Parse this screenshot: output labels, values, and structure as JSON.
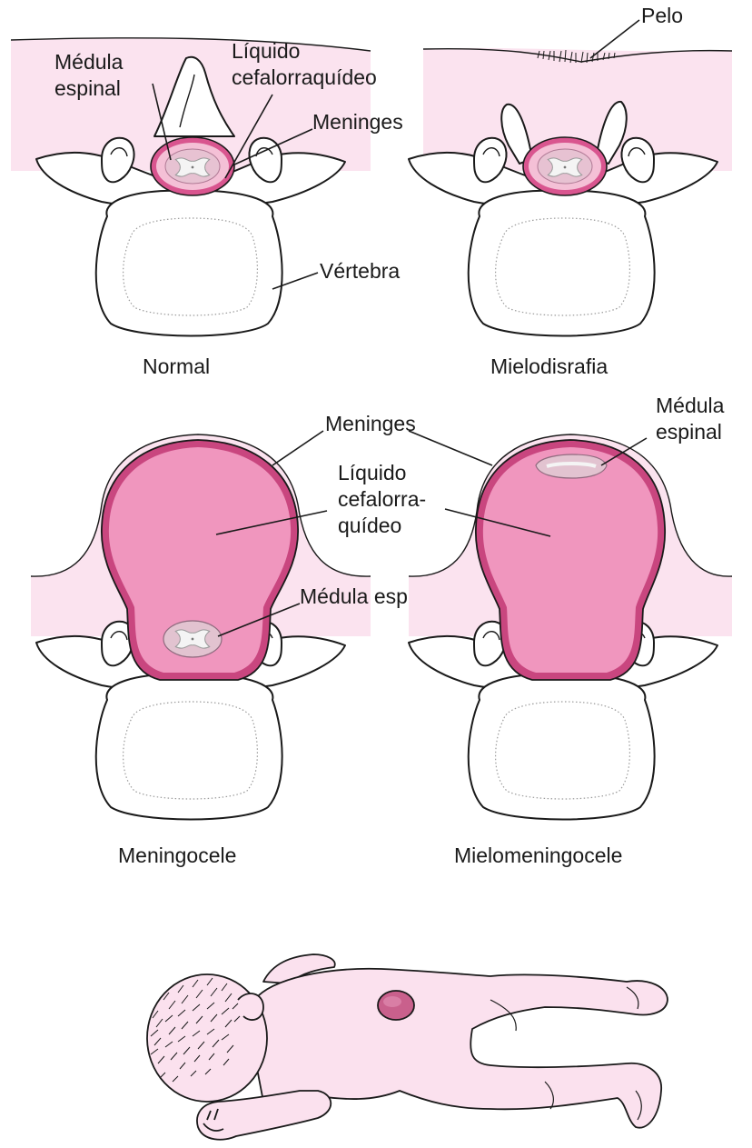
{
  "colors": {
    "skin": "#fbe3ef",
    "skin_stroke": "#e8b9cf",
    "csf": "#f096be",
    "cord": "#e7b9cc",
    "meninges": "#c9467f",
    "baby_skin": "#fbe1ee",
    "ink": "#1a1a1a"
  },
  "panels": {
    "normal": {
      "caption": "Normal",
      "label_cord": "Médula\nespinal",
      "label_csf": "Líquido\ncefalorraquídeo",
      "label_meninges": "Meninges",
      "label_vertebra": "Vértebra"
    },
    "mielodisrafia": {
      "caption": "Mielodisrafia",
      "label_hair": "Pelo"
    },
    "meningocele": {
      "caption": "Meningocele",
      "label_meninges": "Meninges",
      "label_csf": "Líquido\ncefalorra-\nquídeo",
      "label_cord": "Médula espinal"
    },
    "mielomeningocele": {
      "caption": "Mielomeningocele",
      "label_cord": "Médula\nespinal"
    }
  }
}
